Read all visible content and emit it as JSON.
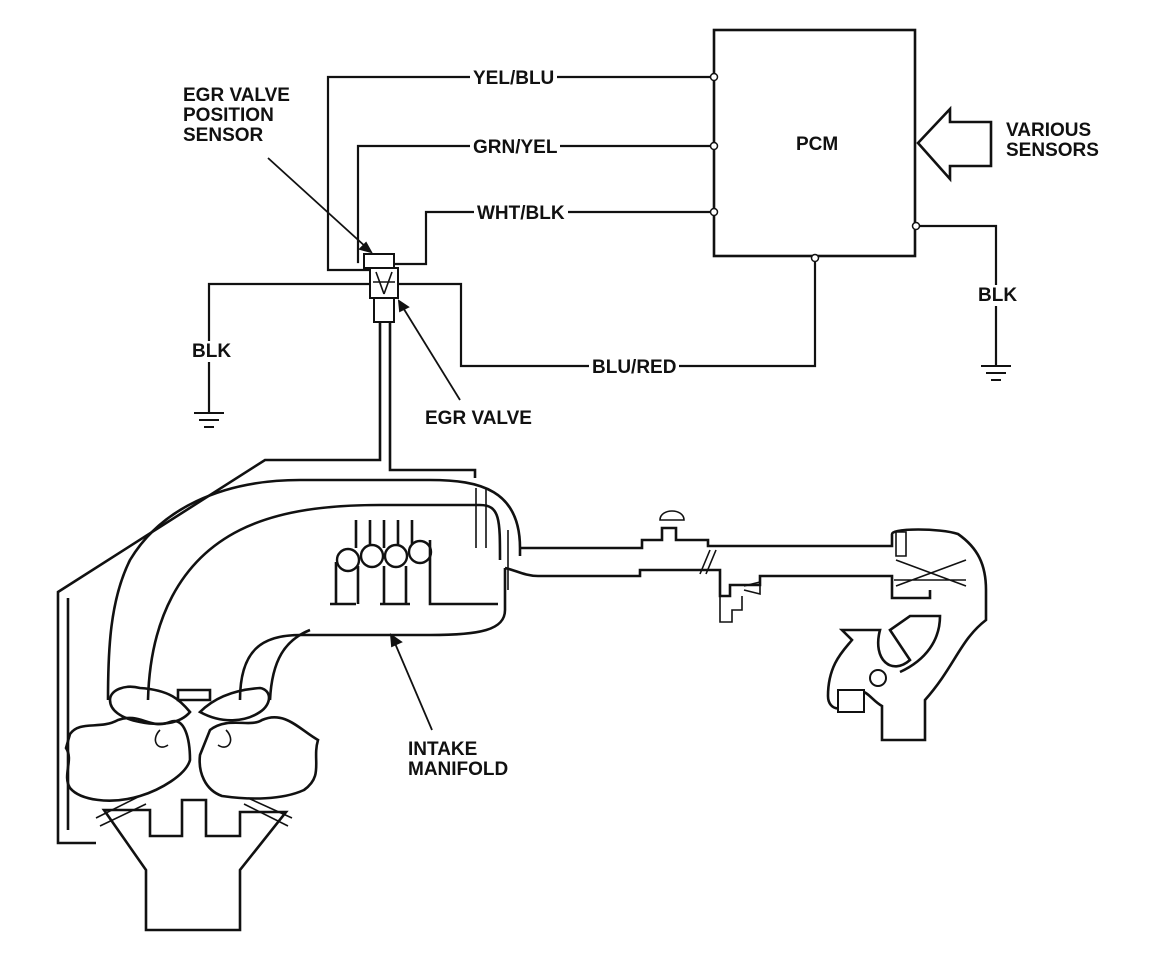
{
  "labels": {
    "egr_sensor": [
      "EGR VALVE",
      "POSITION",
      "SENSOR"
    ],
    "egr_valve": "EGR VALVE",
    "pcm": "PCM",
    "various_sensors": [
      "VARIOUS",
      "SENSORS"
    ],
    "intake_manifold": [
      "INTAKE",
      "MANIFOLD"
    ],
    "ground_left": "BLK",
    "ground_right": "BLK"
  },
  "wires": [
    {
      "id": "yel-blu",
      "color_code": "YEL/BLU"
    },
    {
      "id": "grn-yel",
      "color_code": "GRN/YEL"
    },
    {
      "id": "wht-blk",
      "color_code": "WHT/BLK"
    },
    {
      "id": "blu-red",
      "color_code": "BLU/RED"
    }
  ]
}
